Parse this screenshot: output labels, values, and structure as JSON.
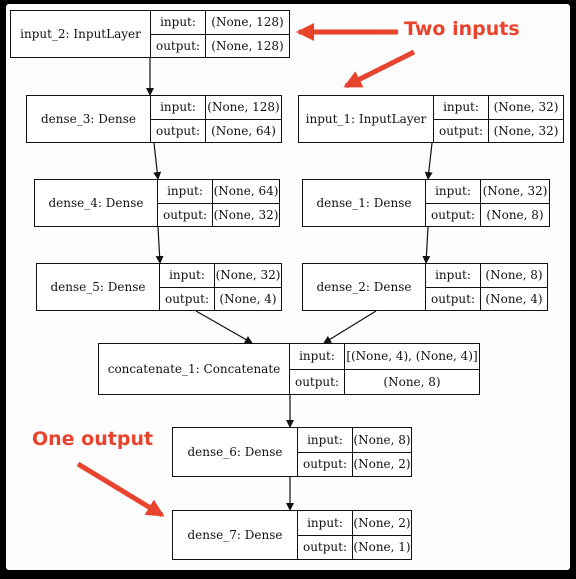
{
  "annotations": {
    "two_inputs": "Two inputs",
    "one_output": "One output",
    "color": "#e8432c"
  },
  "ports": {
    "input": "input:",
    "output": "output:"
  },
  "nodes": [
    {
      "id": "input_2",
      "name": "input_2: InputLayer",
      "input": "(None, 128)",
      "output": "(None, 128)"
    },
    {
      "id": "dense_3",
      "name": "dense_3: Dense",
      "input": "(None, 128)",
      "output": "(None, 64)"
    },
    {
      "id": "input_1",
      "name": "input_1: InputLayer",
      "input": "(None, 32)",
      "output": "(None, 32)"
    },
    {
      "id": "dense_4",
      "name": "dense_4: Dense",
      "input": "(None, 64)",
      "output": "(None, 32)"
    },
    {
      "id": "dense_1",
      "name": "dense_1: Dense",
      "input": "(None, 32)",
      "output": "(None, 8)"
    },
    {
      "id": "dense_5",
      "name": "dense_5: Dense",
      "input": "(None, 32)",
      "output": "(None, 4)"
    },
    {
      "id": "dense_2",
      "name": "dense_2: Dense",
      "input": "(None, 8)",
      "output": "(None, 4)"
    },
    {
      "id": "concatenate_1",
      "name": "concatenate_1: Concatenate",
      "input": "[(None, 4), (None, 4)]",
      "output": "(None, 8)"
    },
    {
      "id": "dense_6",
      "name": "dense_6: Dense",
      "input": "(None, 8)",
      "output": "(None, 2)"
    },
    {
      "id": "dense_7",
      "name": "dense_7: Dense",
      "input": "(None, 2)",
      "output": "(None, 1)"
    }
  ]
}
